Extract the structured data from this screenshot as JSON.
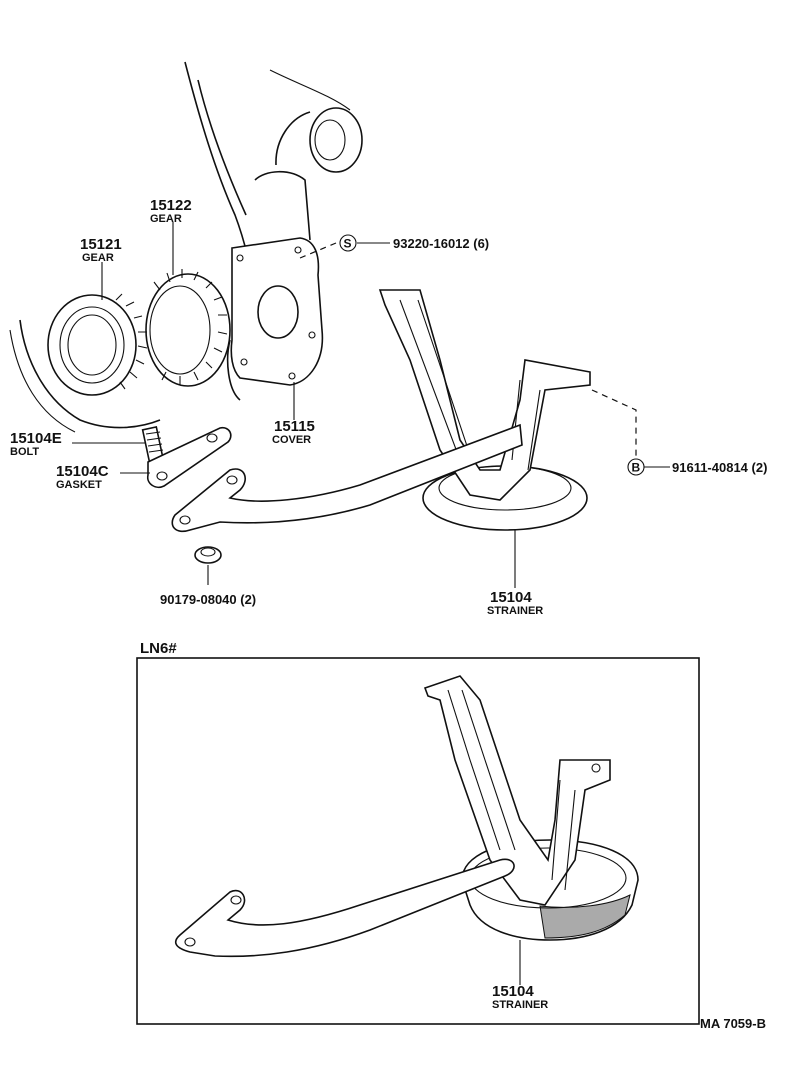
{
  "callouts": {
    "gear_15122": {
      "number": "15122",
      "name": "GEAR"
    },
    "gear_15121": {
      "number": "15121",
      "name": "GEAR"
    },
    "bolt": {
      "number": "15104E",
      "name": "BOLT"
    },
    "gasket": {
      "number": "15104C",
      "name": "GASKET"
    },
    "cover": {
      "number": "15115",
      "name": "COVER"
    },
    "screw": {
      "symbol": "S",
      "part": "93220-16012 (6)"
    },
    "bolt_b": {
      "symbol": "B",
      "part": "91611-40814 (2)"
    },
    "nut": {
      "part": "90179-08040 (2)"
    },
    "strainer_top": {
      "number": "15104",
      "name": "STRAINER"
    },
    "strainer_inset": {
      "number": "15104",
      "name": "STRAINER"
    }
  },
  "inset": {
    "title": "LN6#"
  },
  "footer": {
    "code": "MA  7059-B"
  }
}
